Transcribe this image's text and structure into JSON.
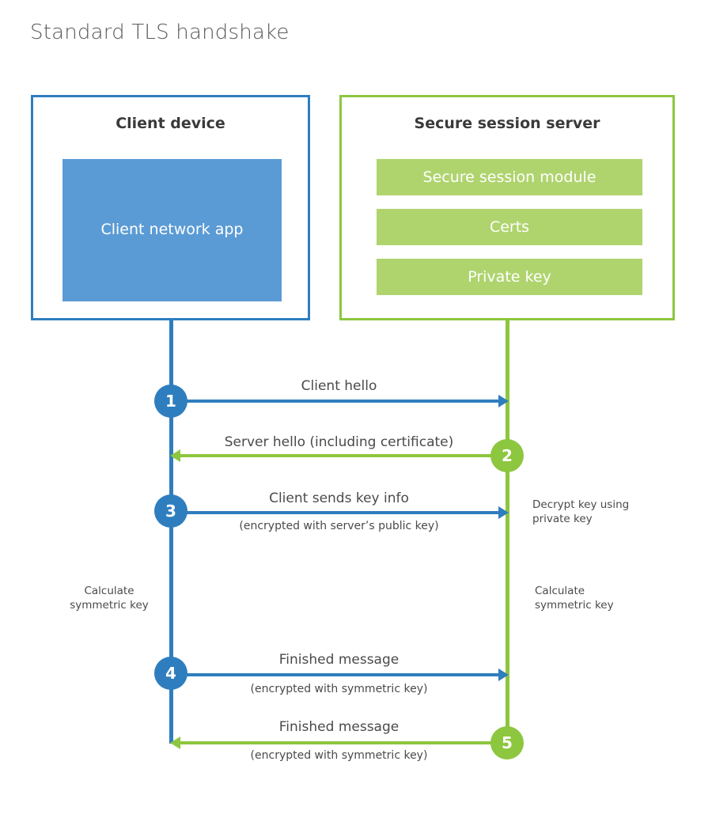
{
  "title": "Standard TLS handshake",
  "actors": {
    "client": {
      "title": "Client device",
      "app_label": "Client network app"
    },
    "server": {
      "title": "Secure session server",
      "modules": [
        {
          "label": "Secure session module"
        },
        {
          "label": "Certs"
        },
        {
          "label": "Private key"
        }
      ]
    }
  },
  "colors": {
    "client_blue": "#2E7EBF",
    "client_app_fill": "#5B9BD5",
    "server_green": "#8DC63F",
    "server_module_fill": "#AFD46E",
    "text_dark": "#3A3A3A",
    "text_body": "#4A4A4A",
    "title_grey": "#58595B"
  },
  "steps": [
    {
      "number": "1",
      "direction": "client-to-server",
      "label": "Client hello",
      "sublabel": ""
    },
    {
      "number": "2",
      "direction": "server-to-client",
      "label": "Server hello (including certificate)",
      "sublabel": ""
    },
    {
      "number": "3",
      "direction": "client-to-server",
      "label": "Client sends key info",
      "sublabel": "(encrypted with server’s public key)"
    },
    {
      "number": "4",
      "direction": "client-to-server",
      "label": "Finished message",
      "sublabel": "(encrypted with symmetric key)"
    },
    {
      "number": "5",
      "direction": "server-to-client",
      "label": "Finished message",
      "sublabel": "(encrypted with symmetric key)"
    }
  ],
  "annotations": {
    "server_decrypt": "Decrypt key using\nprivate key",
    "client_calculate": "Calculate\nsymmetric key",
    "server_calculate": "Calculate\nsymmetric key"
  }
}
